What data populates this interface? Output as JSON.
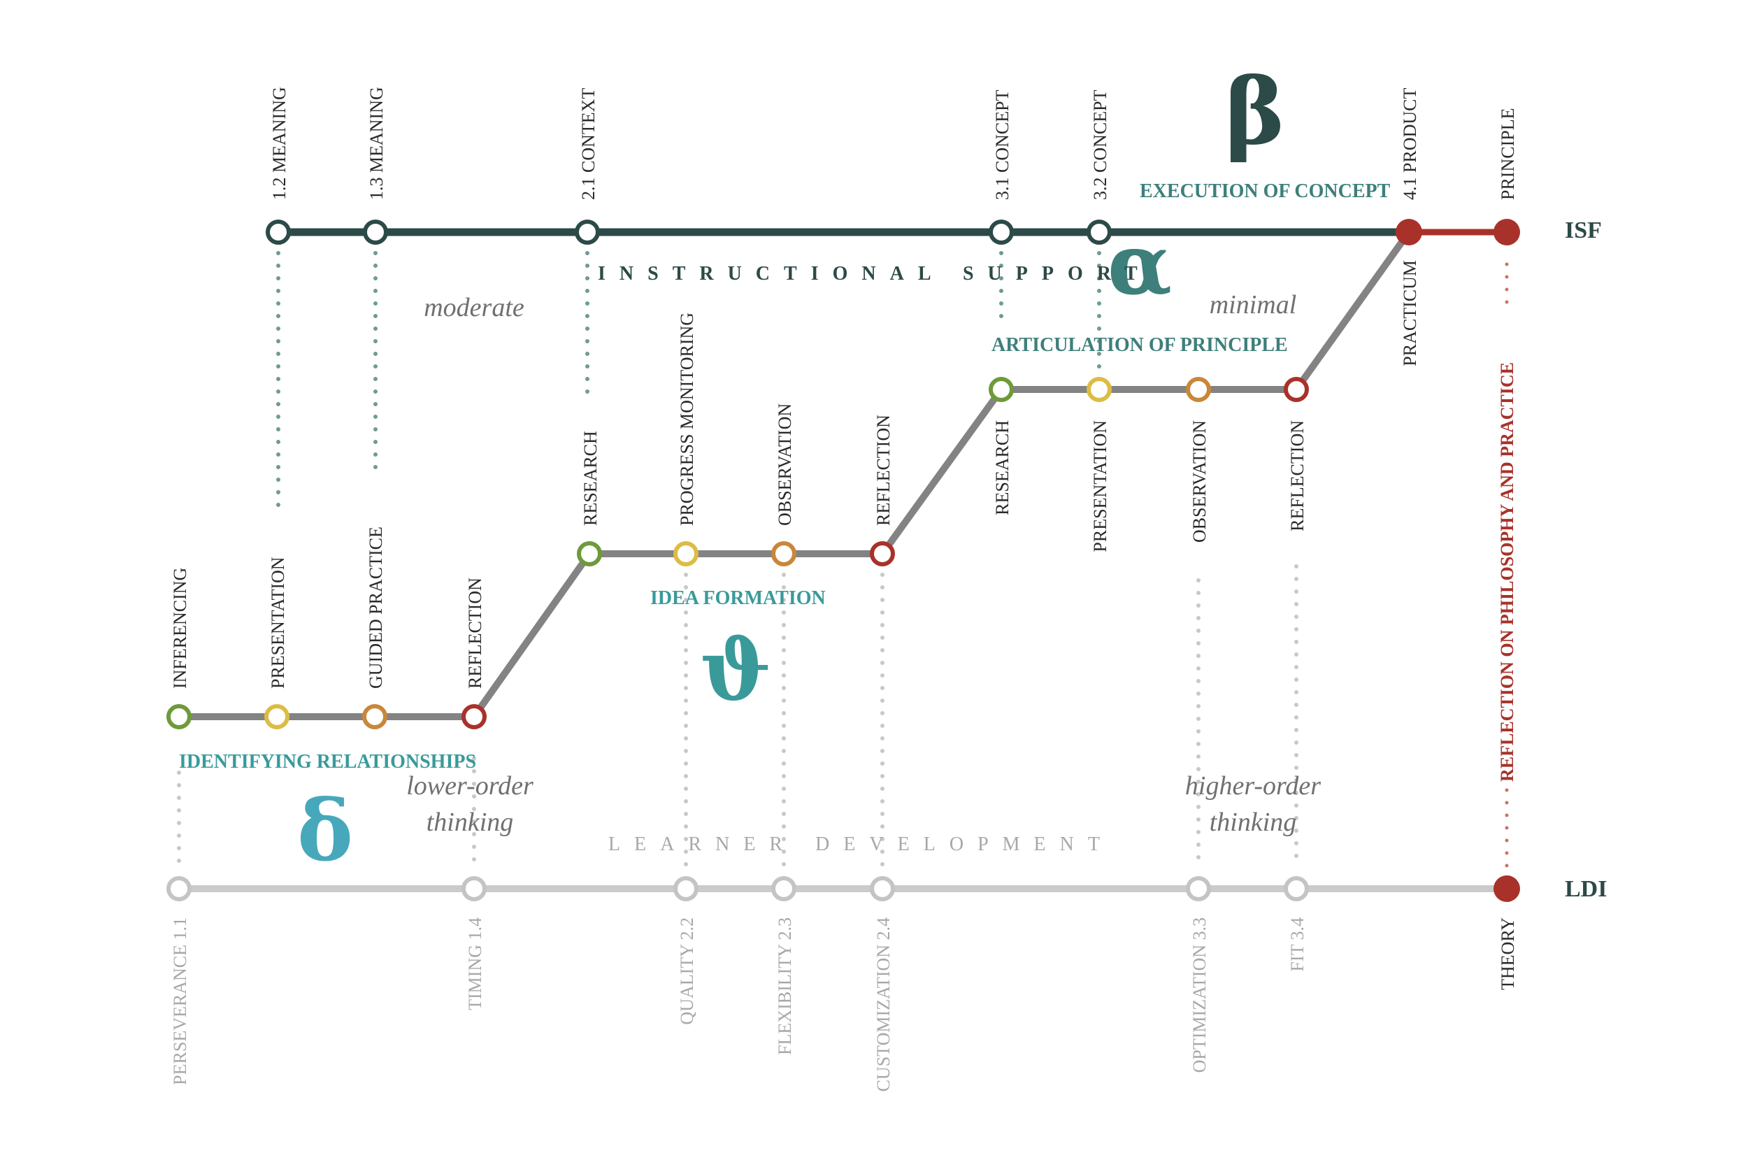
{
  "colors": {
    "dark_teal": "#2c4a47",
    "teal_label": "#3d7f7b",
    "teal_stage": "#3a9a9a",
    "delta_blue": "#47a8bc",
    "dark_red": "#a8322a",
    "green_node": "#6e9a3a",
    "yellow_node": "#dcbc45",
    "orange_node": "#c8873a",
    "red_node": "#a8322a",
    "gray_line": "#838383",
    "light_gray_line": "#cbcbcb",
    "light_gray_text": "#a8a8a8",
    "dotted_teal": "#6f9a93",
    "italic_gray": "#707070"
  },
  "axes": {
    "isf": "ISF",
    "ldi": "LDI"
  },
  "band_labels": {
    "instructional_support": "INSTRUCTIONAL SUPPORT",
    "learner_development": "LEARNER DEVELOPMENT"
  },
  "isf_nodes": [
    {
      "code": "1.2",
      "label": "MEANING",
      "kind": "open"
    },
    {
      "code": "1.3",
      "label": "MEANING",
      "kind": "open"
    },
    {
      "code": "2.1",
      "label": "CONTEXT",
      "kind": "open"
    },
    {
      "code": "3.1",
      "label": "CONCEPT",
      "kind": "open"
    },
    {
      "code": "3.2",
      "label": "CONCEPT",
      "kind": "open"
    },
    {
      "code": "4.1",
      "label": "PRODUCT",
      "kind": "filled"
    },
    {
      "code": "",
      "label": "PRINCIPLE",
      "kind": "filled"
    }
  ],
  "ldi_nodes": [
    {
      "code": "1.1",
      "label": "PERSEVERANCE",
      "kind": "open"
    },
    {
      "code": "1.4",
      "label": "TIMING",
      "kind": "open"
    },
    {
      "code": "2.2",
      "label": "QUALITY",
      "kind": "open"
    },
    {
      "code": "2.3",
      "label": "FLEXIBILITY",
      "kind": "open"
    },
    {
      "code": "2.4",
      "label": "CUSTOMIZATION",
      "kind": "open"
    },
    {
      "code": "3.3",
      "label": "OPTIMIZATION",
      "kind": "open"
    },
    {
      "code": "3.4",
      "label": "FIT",
      "kind": "open"
    },
    {
      "code": "",
      "label": "THEORY",
      "kind": "filled"
    }
  ],
  "stages": [
    {
      "name": "IDENTIFYING RELATIONSHIPS",
      "symbol": "δ",
      "steps": [
        "INFERENCING",
        "PRESENTATION",
        "GUIDED PRACTICE",
        "REFLECTION"
      ]
    },
    {
      "name": "IDEA FORMATION",
      "symbol": "ϑ",
      "steps": [
        "RESEARCH",
        "PROGRESS MONITORING",
        "OBSERVATION",
        "REFLECTION"
      ]
    },
    {
      "name": "ARTICULATION OF PRINCIPLE",
      "symbol": "α",
      "steps": [
        "RESEARCH",
        "PRESENTATION",
        "OBSERVATION",
        "REFLECTION"
      ]
    },
    {
      "name": "EXECUTION OF CONCEPT",
      "symbol": "β",
      "steps": [
        "PRACTICUM"
      ]
    }
  ],
  "annotations": {
    "moderate": "moderate",
    "minimal": "minimal",
    "lower_order": [
      "lower-order",
      "thinking"
    ],
    "higher_order": [
      "higher-order",
      "thinking"
    ],
    "reflection_vertical": "REFLECTION ON PHILOSOPHY AND PRACTICE"
  }
}
